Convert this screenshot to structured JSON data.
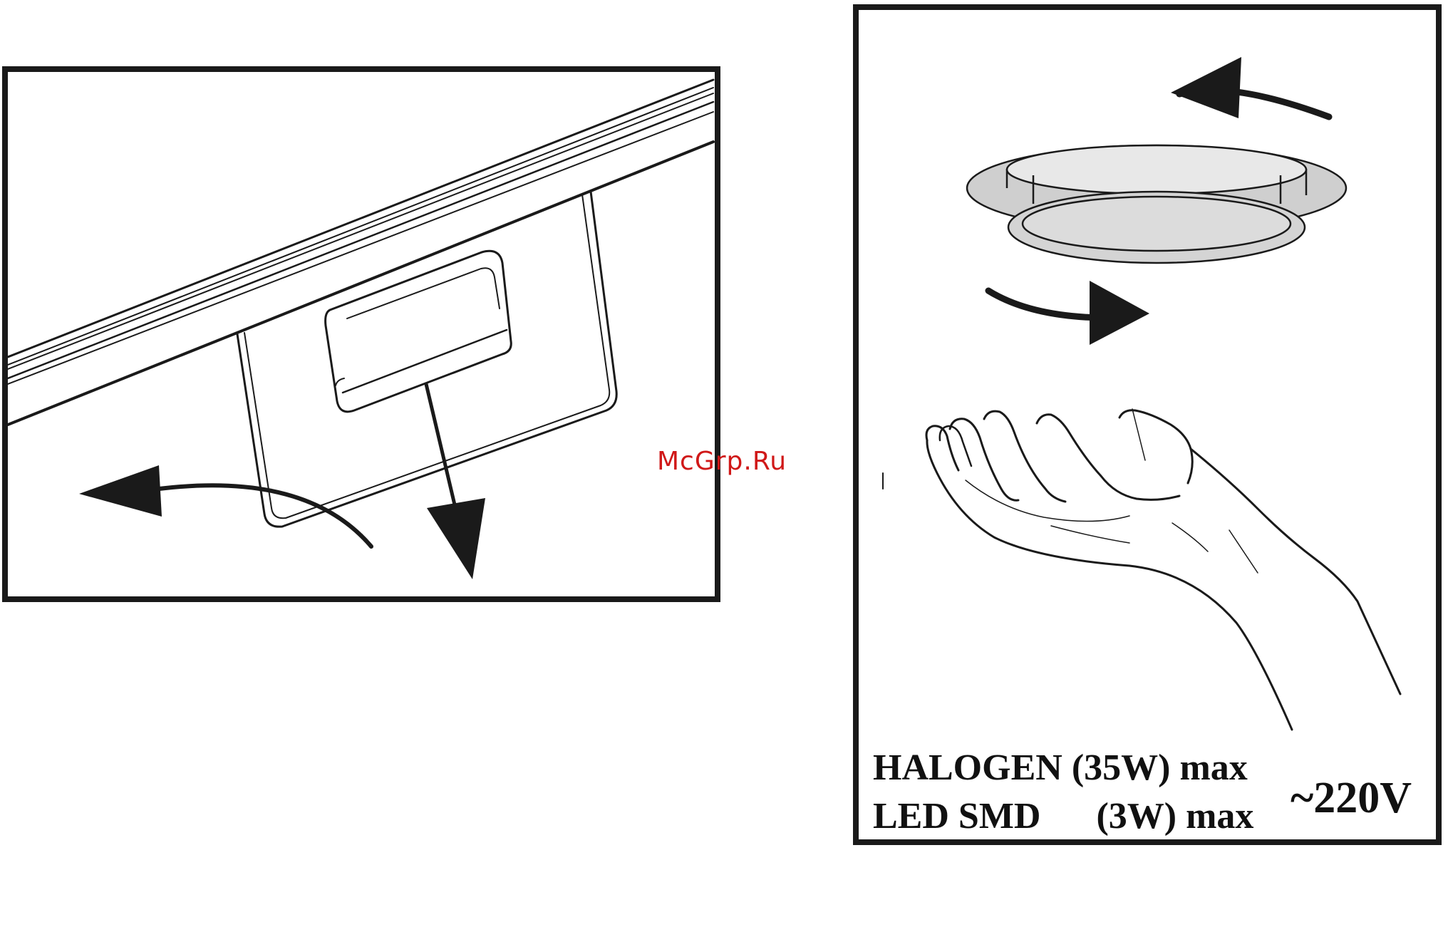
{
  "watermark": "McGrp.Ru",
  "panels": {
    "left": {
      "illustration": "remove-filter-cover"
    },
    "right": {
      "illustration": "replace-lamp",
      "spec": {
        "halogen_label": "HALOGEN (35W) max",
        "led_label": "LED SMD      (3W) max",
        "voltage_label": "~220V"
      }
    }
  },
  "colors": {
    "line": "#1a1a1a",
    "lamp_fill": "#dcdcdc",
    "lamp_rim": "#cfcfcf",
    "watermark": "#d01818"
  }
}
